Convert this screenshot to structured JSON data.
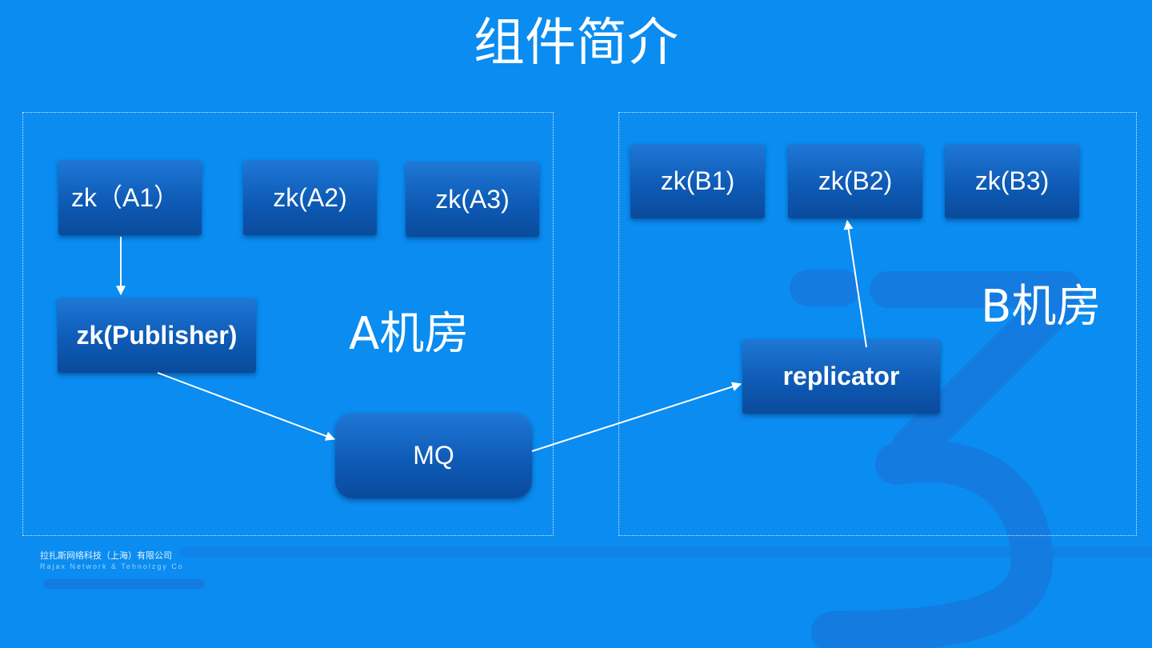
{
  "slide": {
    "title": "组件简介",
    "footer": {
      "company_cn": "拉扎斯网络科技（上海）有限公司",
      "company_en": "Rajax Network & Tehnolzgy Co"
    }
  },
  "rooms": {
    "a": {
      "label": "A机房"
    },
    "b": {
      "label": "B机房"
    }
  },
  "nodes": {
    "a1": "zk（A1）",
    "a2": "zk(A2)",
    "a3": "zk(A3)",
    "publisher": "zk(Publisher)",
    "mq": "MQ",
    "b1": "zk(B1)",
    "b2": "zk(B2)",
    "b3": "zk(B3)",
    "replicator": "replicator"
  },
  "edges": [
    {
      "from": "zk（A1）",
      "to": "zk(Publisher)"
    },
    {
      "from": "zk(Publisher)",
      "to": "MQ"
    },
    {
      "from": "MQ",
      "to": "replicator"
    },
    {
      "from": "replicator",
      "to": "zk(B2)"
    }
  ],
  "colors": {
    "background": "#0a8cf0",
    "node_top": "#1f78d6",
    "node_bottom": "#0a4b9c",
    "line": "#ffffff",
    "decor": "#1a73dc"
  }
}
